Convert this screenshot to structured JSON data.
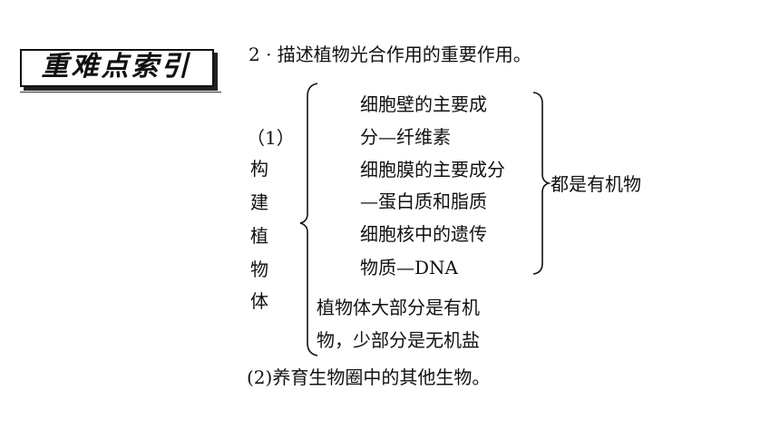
{
  "header": {
    "badge_text": "重难点索引"
  },
  "content": {
    "question": "2 · 描述植物光合作用的重要作用。",
    "point1": {
      "label": "（1）",
      "chars": [
        "构",
        "建",
        "植",
        "物",
        "体"
      ],
      "organic_lines": [
        "细胞壁的主要成",
        "分—纤维素",
        "细胞膜的主要成分",
        "—蛋白质和脂质",
        "细胞核中的遗传",
        "物质—DNA"
      ],
      "organic_summary": "都是有机物",
      "other_lines": [
        "植物体大部分是有机",
        "物，少部分是无机盐"
      ]
    },
    "point2": "(2)养育生物圈中的其他生物。"
  }
}
